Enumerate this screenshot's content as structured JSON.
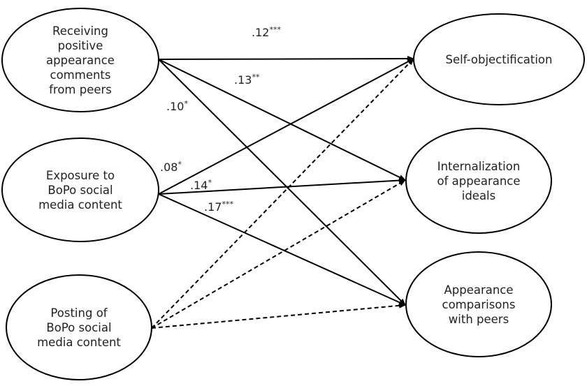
{
  "diagram": {
    "type": "path-model",
    "sources": [
      {
        "id": "comments",
        "lines": [
          "Receiving",
          "positive",
          "appearance",
          "comments",
          "from peers"
        ]
      },
      {
        "id": "exposure",
        "lines": [
          "Exposure to",
          "BoPo social",
          "media content"
        ]
      },
      {
        "id": "posting",
        "lines": [
          "Posting of",
          "BoPo social",
          "media content"
        ]
      }
    ],
    "targets": [
      {
        "id": "selfobj",
        "lines": [
          "Self-objectification"
        ]
      },
      {
        "id": "internal",
        "lines": [
          "Internalization",
          "of appearance",
          "ideals"
        ]
      },
      {
        "id": "compare",
        "lines": [
          "Appearance",
          "comparisons",
          "with peers"
        ]
      }
    ],
    "paths": [
      {
        "from": "comments",
        "to": "selfobj",
        "coef": ".12",
        "sig": "***",
        "style": "solid"
      },
      {
        "from": "comments",
        "to": "internal",
        "coef": ".13",
        "sig": "**",
        "style": "solid"
      },
      {
        "from": "comments",
        "to": "compare",
        "coef": ".10",
        "sig": "*",
        "style": "solid"
      },
      {
        "from": "exposure",
        "to": "selfobj",
        "coef": ".08",
        "sig": "*",
        "style": "solid"
      },
      {
        "from": "exposure",
        "to": "internal",
        "coef": ".14",
        "sig": "*",
        "style": "solid"
      },
      {
        "from": "exposure",
        "to": "compare",
        "coef": ".17",
        "sig": "***",
        "style": "solid"
      },
      {
        "from": "posting",
        "to": "selfobj",
        "coef": "",
        "sig": "",
        "style": "dashed"
      },
      {
        "from": "posting",
        "to": "internal",
        "coef": "",
        "sig": "",
        "style": "dashed"
      },
      {
        "from": "posting",
        "to": "compare",
        "coef": "",
        "sig": "",
        "style": "dashed"
      }
    ],
    "colors": {
      "stroke": "#000000",
      "text": "#222222",
      "background": "#ffffff"
    }
  }
}
